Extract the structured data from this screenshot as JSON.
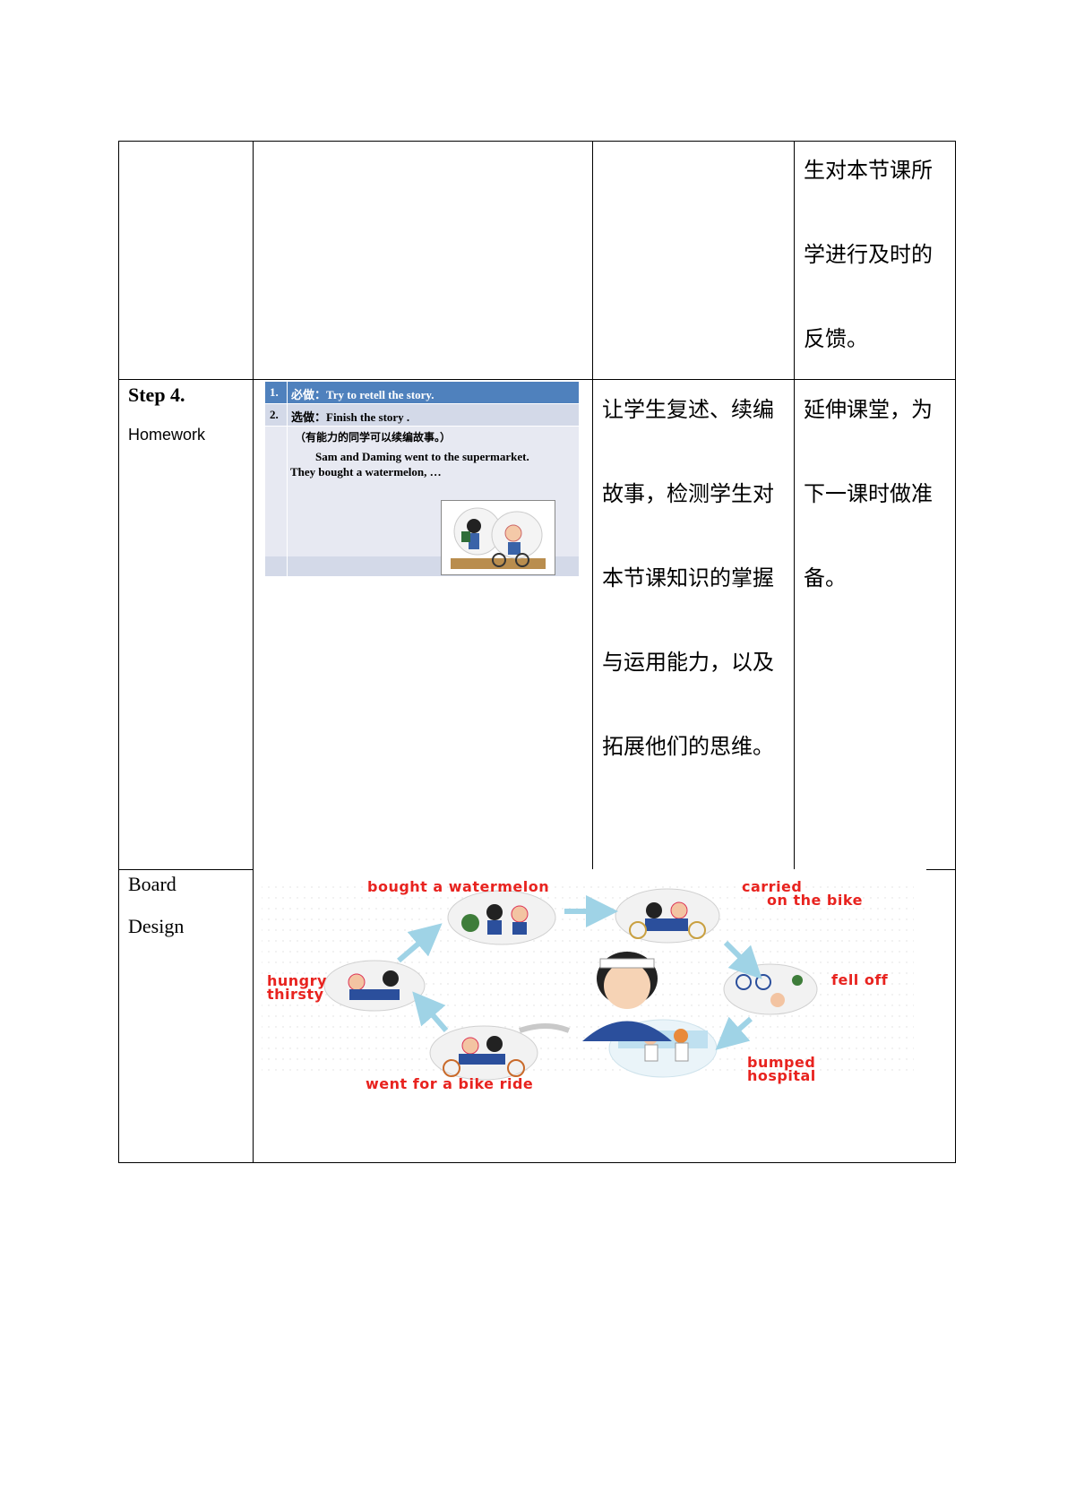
{
  "table": {
    "row1": {
      "col4_lines": [
        "生对本节课所",
        "学进行及时的",
        "反馈。"
      ]
    },
    "row2": {
      "step_title": "Step 4.",
      "step_subtitle": "Homework",
      "slide": {
        "item1_num": "1.",
        "item1_text": "必做：Try to retell the story.",
        "item2_num": "2.",
        "item2_text": "选做：Finish the story .",
        "note": "（有能力的同学可以续编故事。）",
        "story_line1": "Sam and Daming went to the supermarket.",
        "story_line2": "They bought a watermelon, …"
      },
      "col3_lines": [
        "让学生复述、续编",
        "故事，检测学生对",
        "本节课知识的掌握",
        "与运用能力，以及",
        "拓展他们的思维。"
      ],
      "col4_lines": [
        "延伸课堂，为",
        "下一课时做准",
        "备。"
      ]
    },
    "row3": {
      "title_line1": "Board",
      "title_line2": "Design",
      "board": {
        "label_top_left": "bought a watermelon",
        "label_top_right_1": "carried",
        "label_top_right_2": "on the bike",
        "label_left_1": "hungry",
        "label_left_2": "thirsty",
        "label_right": "fell off",
        "label_bottom_right_1": "bumped",
        "label_bottom_right_2": "hospital",
        "label_bottom_left": "went for a bike ride"
      }
    }
  },
  "colors": {
    "slide_header": "#4f81bd",
    "slide_bg": "#e7e9f2",
    "board_label": "#e8231f",
    "arrow": "#9fd3e6"
  }
}
